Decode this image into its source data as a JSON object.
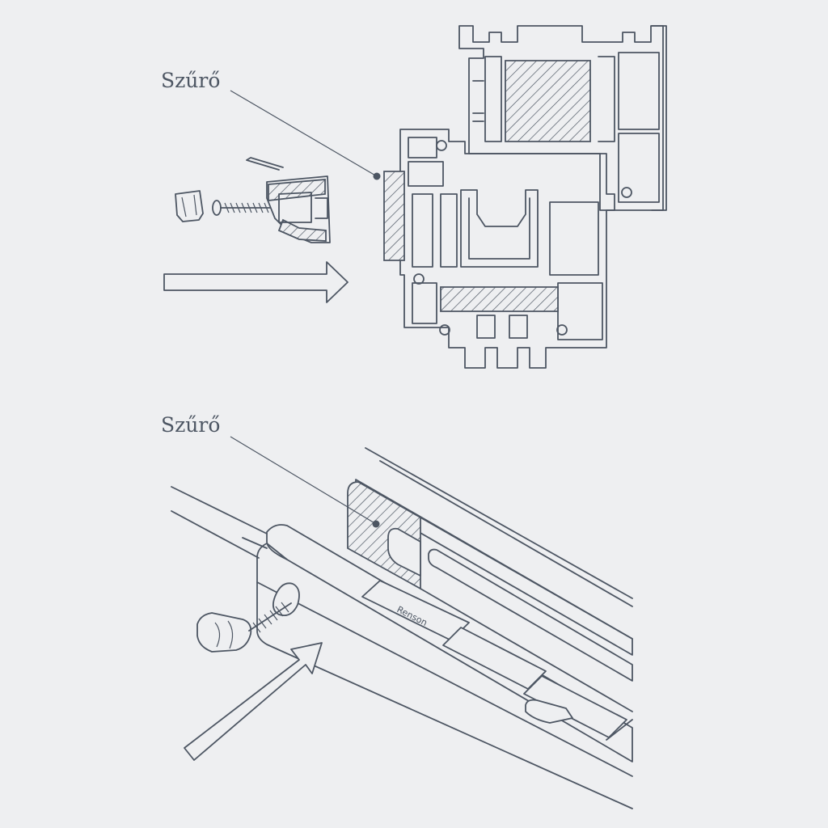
{
  "labels": {
    "top_callout": "Szűrő",
    "bottom_callout": "Szűrő",
    "logo_text": "Renson"
  },
  "colors": {
    "background": "#eeeff1",
    "line": "#4d5663"
  },
  "icons": {
    "top_arrow": "arrow-right-icon",
    "bottom_arrow": "arrow-up-right-icon"
  }
}
